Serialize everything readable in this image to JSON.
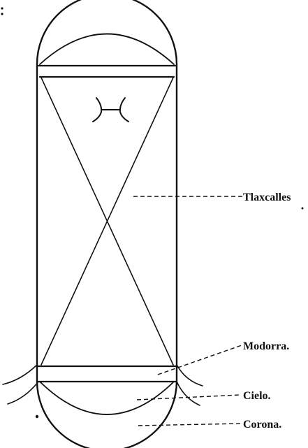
{
  "diagram": {
    "labels": {
      "tlaxcalles": "Tlaxcalles",
      "modorra": "Modorra.",
      "cielo": "Cielo.",
      "corona": "Corona."
    }
  }
}
